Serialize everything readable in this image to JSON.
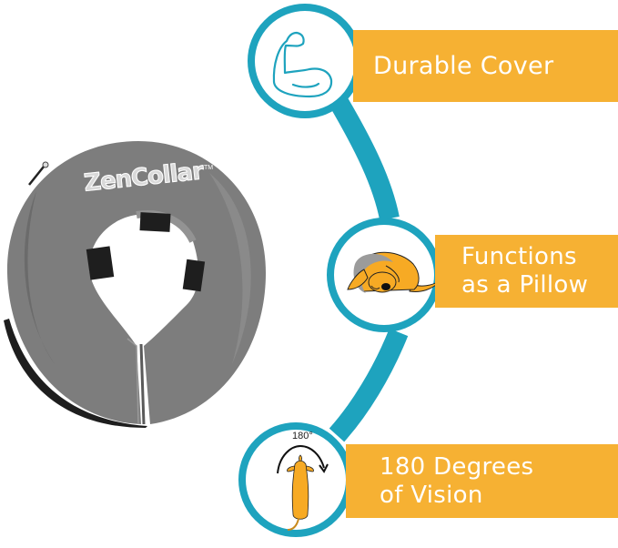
{
  "product": {
    "brand_label": "ZenCollar",
    "trademark": "TM",
    "colors": {
      "fabric": "#7d7d7d",
      "fabric_dark": "#5e5e5e",
      "strap": "#1e1e1e"
    }
  },
  "features": [
    {
      "icon": "flexed-bicep-icon",
      "label": "Durable Cover"
    },
    {
      "icon": "sleeping-dog-icon",
      "label": "Functions\nas a Pillow"
    },
    {
      "icon": "dog-180-vision-icon",
      "label": "180 Degrees\nof Vision",
      "icon_caption": "180°"
    }
  ],
  "colors": {
    "banner": "#f6b133",
    "ring": "#1ea3be",
    "banner_text": "#ffffff",
    "dog": "#f7aa24"
  }
}
